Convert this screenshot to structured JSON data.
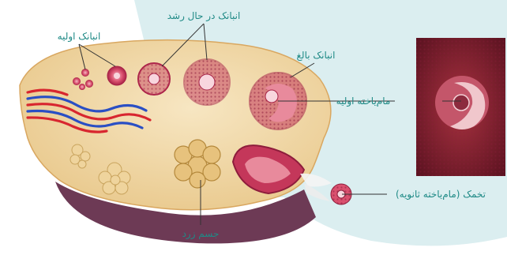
{
  "colors": {
    "label": "#1f8a86",
    "background_wash": "#dbeef0",
    "ovary_tissue": "#f1d9a9",
    "ovary_shadow": "#6d3a55",
    "follicle": "#c4375a",
    "follicle_light": "#e88a9c",
    "corpus_luteum": "#e7c27d",
    "micrograph": "#7a1d2a"
  },
  "labels": {
    "primary_follicles": "انبانک اولیه",
    "growing_follicle": "انبانک در حال رشد",
    "mature_follicle": "انبانک بالغ",
    "primary_oocyte": "مام‌یاخته اولیه",
    "ovum": "تخمک (مام‌یاخته ثانویه)",
    "corpus_luteum": "جسم زرد"
  }
}
